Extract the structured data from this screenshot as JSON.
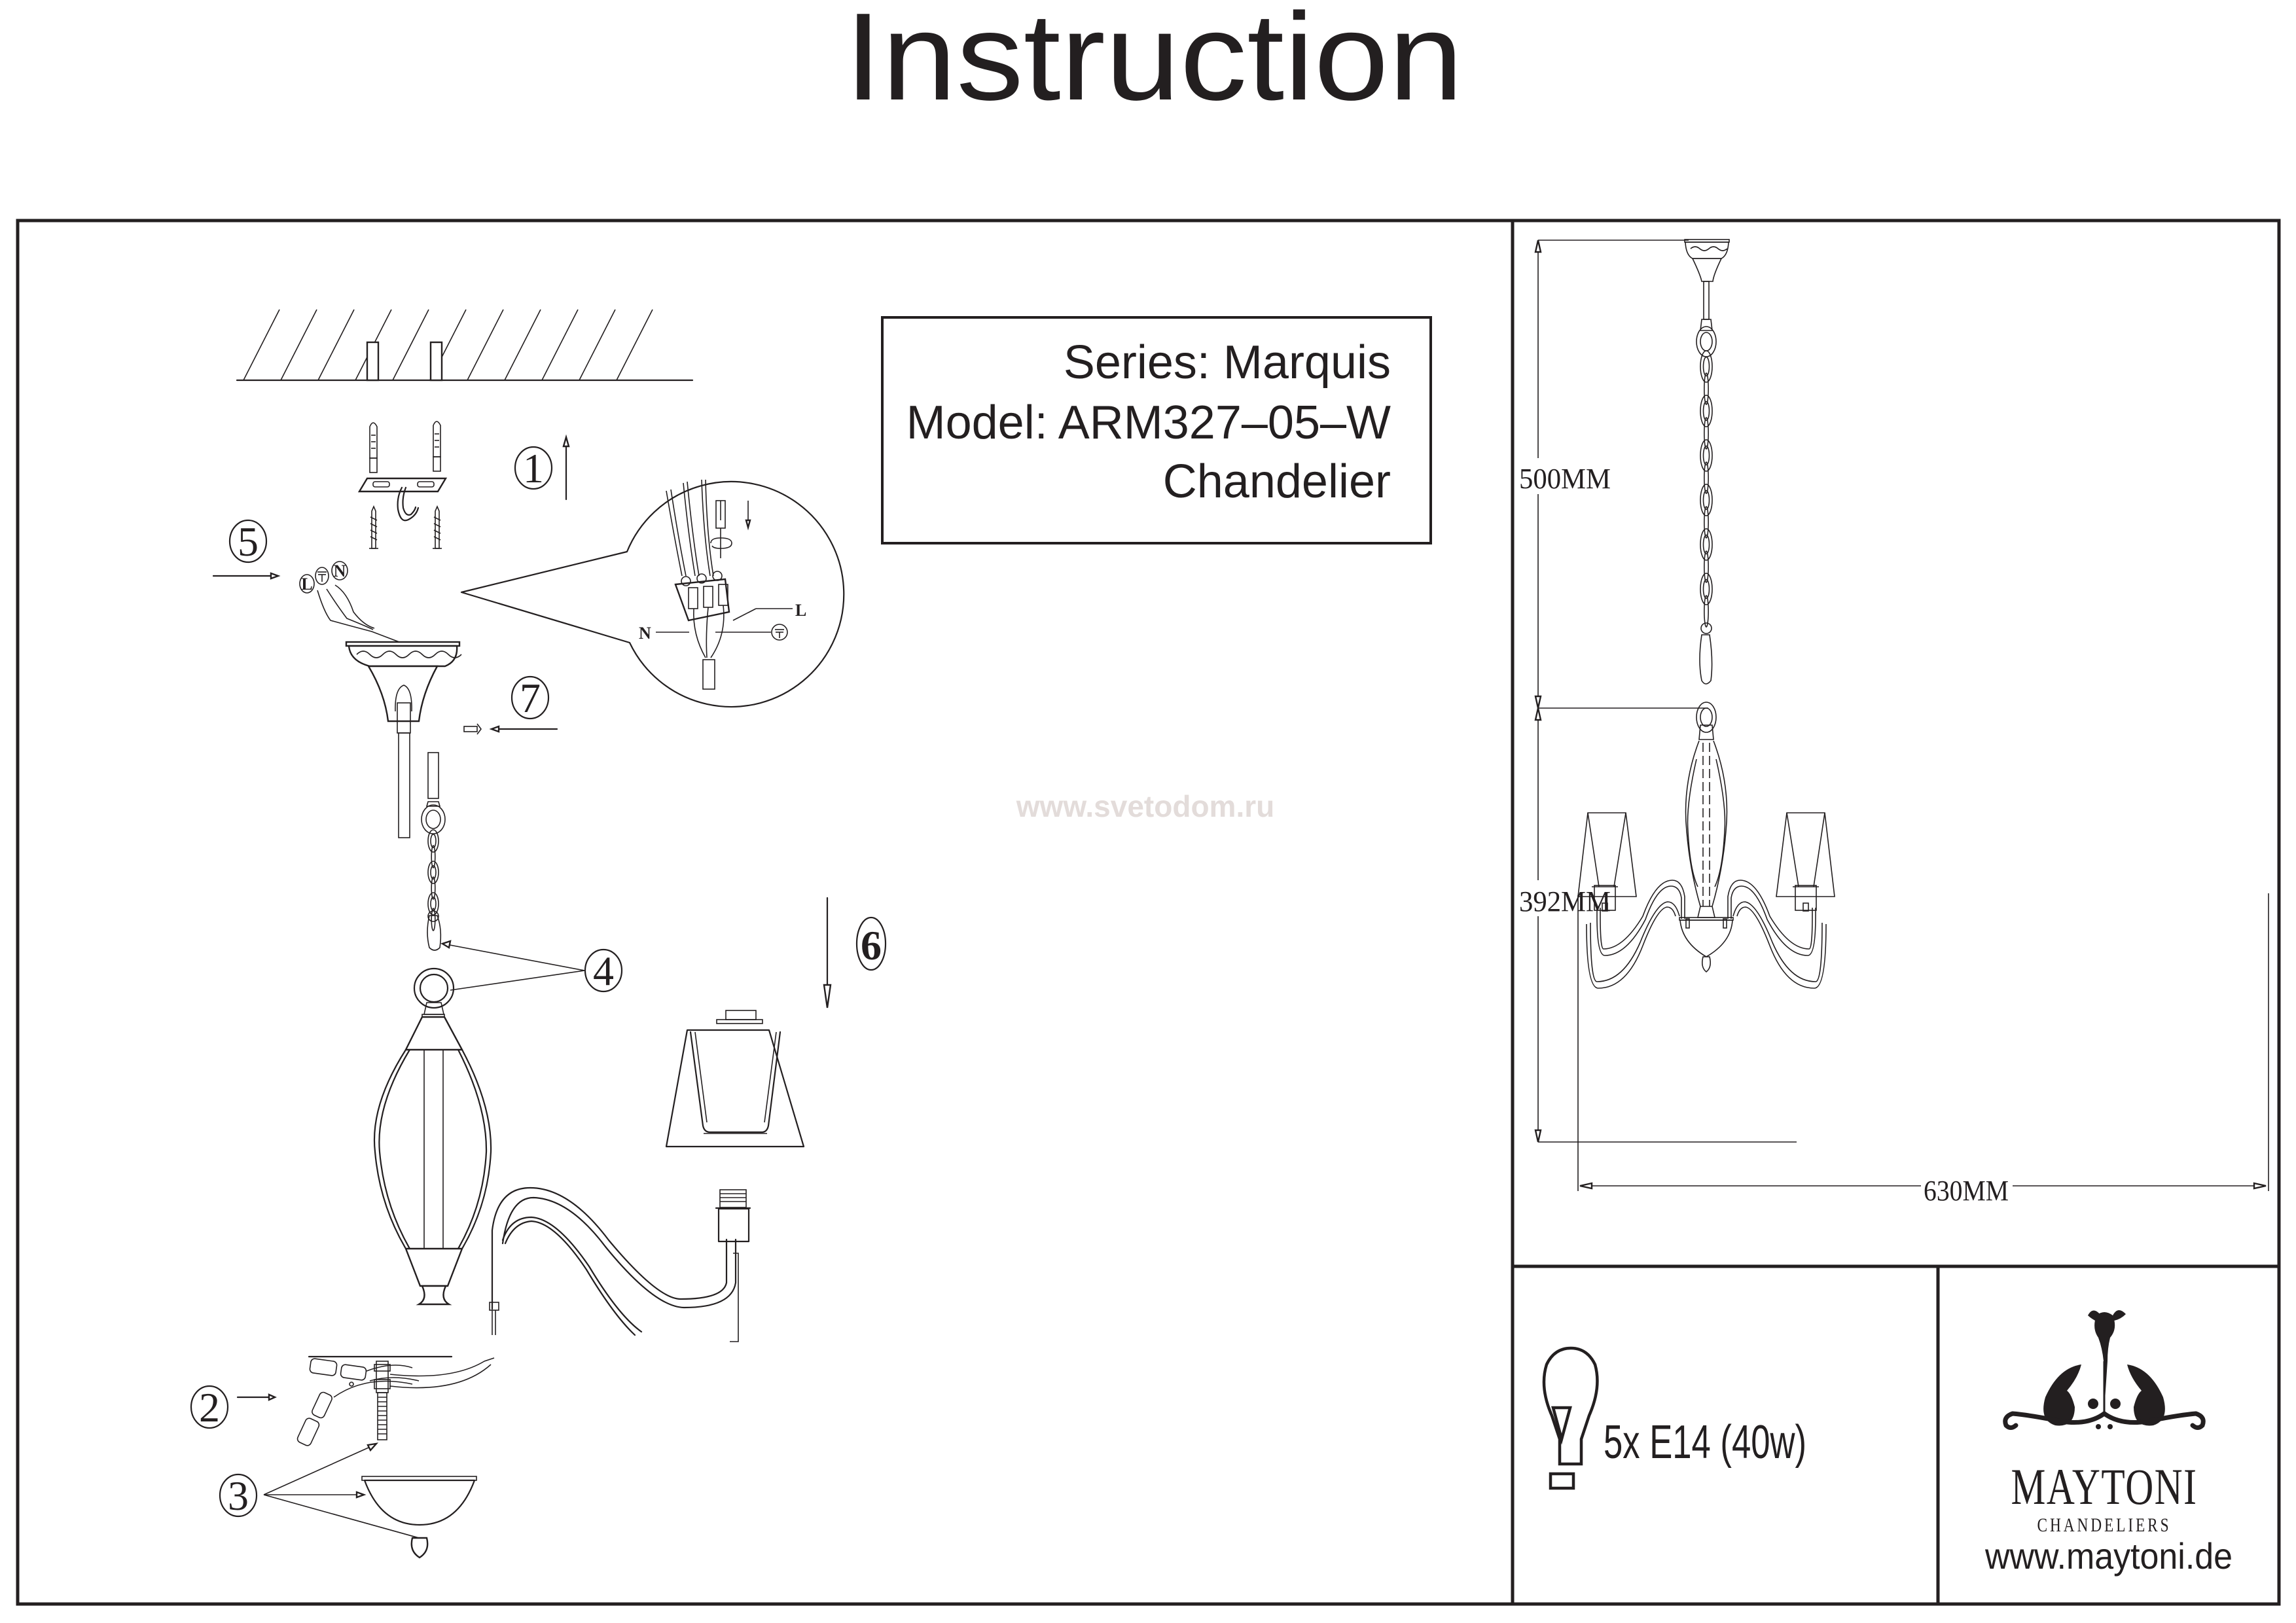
{
  "header": {
    "title": "Instruction"
  },
  "product_info": {
    "series_line": "Series: Marquis",
    "model_line": "Model: ARM327–05–W",
    "type_line": "Chandelier"
  },
  "watermark": "www.svetodom.ru",
  "assembly_steps": [
    {
      "number": "1",
      "label": "①",
      "description": "Fix mounting bracket with hook to ceiling using dowels and screws"
    },
    {
      "number": "2",
      "label": "②",
      "description": "Connect arm wires in junction"
    },
    {
      "number": "3",
      "label": "③",
      "description": "Attach bottom bowl and finial"
    },
    {
      "number": "4",
      "label": "④",
      "description": "Hang body on chain via carabiner"
    },
    {
      "number": "5",
      "label": "⑤",
      "description": "Connect mains wires L / earth / N"
    },
    {
      "number": "6",
      "label": "⑥",
      "description": "Fit lamp shade and ring onto socket"
    },
    {
      "number": "7",
      "label": "⑦",
      "description": "Fix canopy with screw"
    }
  ],
  "wiring": {
    "live_label": "L",
    "neutral_label": "N",
    "earth_icon": "earth-ground-icon"
  },
  "dimensions": {
    "chain_length": "500MM",
    "body_height": "392MM",
    "width": "630MM"
  },
  "bulb_spec": {
    "icon": "light-bulb-icon",
    "text": "5x E14 (40w)"
  },
  "brand": {
    "name": "MAYTONI",
    "subtitle": "CHANDELIERS",
    "website": "www.maytoni.de",
    "logo_icon": "ornament-logo-icon"
  },
  "colors": {
    "ink": "#231f20",
    "watermark": "#e3dcda",
    "background": "#ffffff"
  }
}
